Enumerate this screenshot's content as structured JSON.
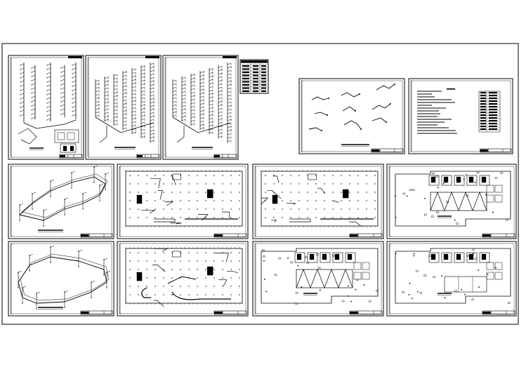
{
  "canvas": {
    "background": "#ffffff",
    "line_color": "#000000"
  },
  "sheets": [
    {
      "kind": "riser",
      "name": "sheet-riser-1"
    },
    {
      "kind": "iso-stacks",
      "name": "sheet-riser-2"
    },
    {
      "kind": "iso-stacks",
      "name": "sheet-riser-3"
    },
    {
      "kind": "table",
      "name": "sheet-schedule-table"
    },
    {
      "kind": "details",
      "name": "sheet-details"
    },
    {
      "kind": "notes",
      "name": "sheet-design-notes"
    },
    {
      "kind": "iso",
      "name": "sheet-iso-system-1"
    },
    {
      "kind": "plan",
      "name": "sheet-plan-basement-1"
    },
    {
      "kind": "plan",
      "name": "sheet-plan-basement-2"
    },
    {
      "kind": "plan-roof",
      "name": "sheet-plan-floor-1"
    },
    {
      "kind": "iso",
      "name": "sheet-iso-system-2"
    },
    {
      "kind": "plan-curve",
      "name": "sheet-plan-basement-3"
    },
    {
      "kind": "plan-roof",
      "name": "sheet-plan-floor-2"
    },
    {
      "kind": "plan-rooms",
      "name": "sheet-plan-floor-3"
    }
  ]
}
